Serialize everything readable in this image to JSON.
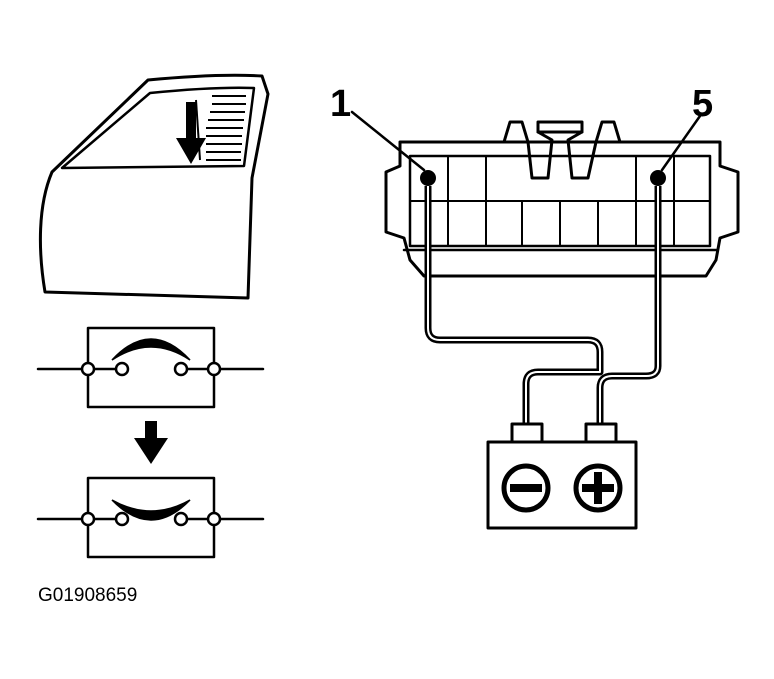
{
  "labels": {
    "pin_left": "1",
    "pin_right": "5",
    "figure_id": "G01908659"
  }
}
